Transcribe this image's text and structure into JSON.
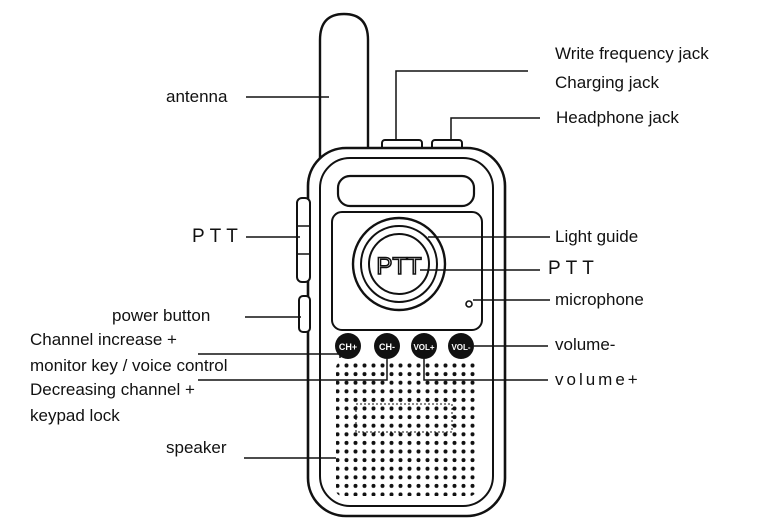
{
  "labels": {
    "write_frequency_jack": "Write frequency jack",
    "charging_jack": "Charging jack",
    "headphone_jack": "Headphone jack",
    "antenna": "antenna",
    "ptt_left": "PTT",
    "light_guide": "Light guide",
    "ptt_right": "PTT",
    "microphone": "microphone",
    "power_button": "power button",
    "channel_increase_line1": "Channel increase +",
    "channel_increase_line2": "monitor key / voice control",
    "volume_minus": "volume-",
    "decreasing_channel_line1": "Decreasing channel +",
    "decreasing_channel_line2": "keypad lock",
    "volume_plus": "volume+",
    "speaker": "speaker"
  },
  "device": {
    "ptt_button_text": "PTT",
    "keys": [
      "CH+",
      "CH-",
      "VOL+",
      "VOL-"
    ]
  },
  "colors": {
    "stroke": "#111111",
    "background": "#ffffff"
  }
}
